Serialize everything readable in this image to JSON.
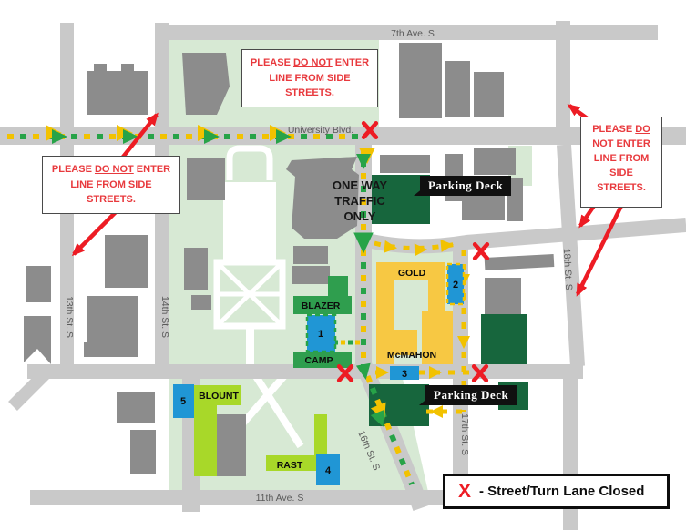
{
  "streets": {
    "ave7": "7th Ave. S",
    "university": "University Blvd.",
    "ave11": "11th Ave. S",
    "st13": "13th St. S",
    "st14": "14th St. S",
    "st16": "16th St. S",
    "st17": "17th St. S",
    "st18": "18th St. S"
  },
  "warning_sign": {
    "prefix": "PLEASE ",
    "emphasis": "DO NOT",
    "suffix": " ENTER LINE FROM SIDE STREETS."
  },
  "one_way_sign": {
    "line1": "ONE WAY",
    "line2": "TRAFFIC ONLY"
  },
  "parking_deck_label": "Parking Deck",
  "buildings": {
    "blazer": "BLAZER",
    "camp": "CAMP",
    "gold": "GOLD",
    "mcmahon": "McMAHON",
    "blount": "BLOUNT",
    "rast": "RAST"
  },
  "route_stops": [
    "1",
    "2",
    "3",
    "4",
    "5"
  ],
  "legend": {
    "symbol": "X",
    "label": "- Street/Turn Lane Closed"
  },
  "colors": {
    "street": "#c9c9c9",
    "building_gray": "#8c8c8c",
    "campus_green": "#d7e9d4",
    "parking_green": "#17663d",
    "building_green": "#2f9e4e",
    "building_lime": "#a8d829",
    "building_gold": "#f7c843",
    "stop_blue": "#2096d5",
    "closed_red": "#ed1c24",
    "route_yellow": "#f2c200",
    "route_green": "#27a348",
    "warning_text": "#e8393d"
  }
}
